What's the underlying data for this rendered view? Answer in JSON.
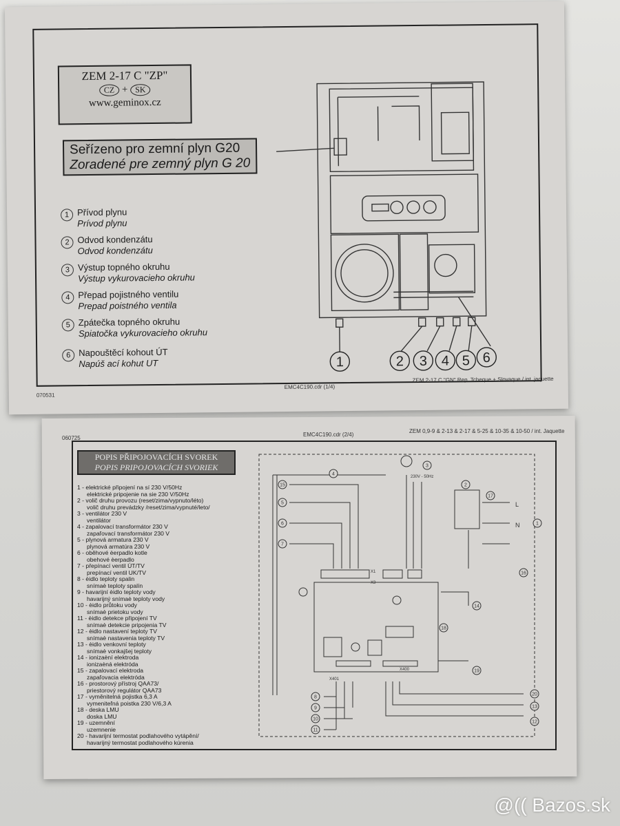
{
  "top_card": {
    "serial": "070531",
    "model_box": {
      "line1": "ZEM 2-17 C \"ZP\"",
      "badge_cz": "CZ",
      "plus": "+",
      "badge_sk": "SK",
      "url": "www.geminox.cz"
    },
    "gas_label": {
      "cz": "Seřízeno pro zemní plyn G20",
      "sk": "Zoradené pre zemný plyn G 20"
    },
    "legend": [
      {
        "num": "1",
        "cz": "Přívod plynu",
        "sk": "Prívod plynu"
      },
      {
        "num": "2",
        "cz": "Odvod kondenzátu",
        "sk": "Odvod kondenzátu"
      },
      {
        "num": "3",
        "cz": "Výstup topného okruhu",
        "sk": "Výstup vykurovacieho okruhu"
      },
      {
        "num": "4",
        "cz": "Přepad pojistného ventilu",
        "sk": "Prepad poistného ventila"
      },
      {
        "num": "5",
        "cz": "Zpátečka topného okruhu",
        "sk": "Spiatočka vykurovacieho okruhu"
      },
      {
        "num": "6",
        "cz": "Napouštěcí kohout ÚT",
        "sk": "Napúš ací kohut UT"
      }
    ],
    "connector_numbers": [
      "1",
      "2",
      "3",
      "4",
      "5",
      "6"
    ],
    "footer_file": "EMC4C190.cdr (1/4)",
    "footer_model": "ZEM 2-17 C \"GN\" Rep. Tcheque + Slovaque / int. jaquette"
  },
  "bottom_card": {
    "serial": "060725",
    "header_file": "EMC4C190.cdr (2/4)",
    "header_models": "ZEM 0,9-9 & 2-13 & 2-17 & 5-25 & 10-35 & 10-50 / int. Jaquette",
    "title_cz": "POPIS PŘIPOJOVACÍCH SVOREK",
    "title_sk": "POPIS PRIPOJOVACÍCH SVORIEK",
    "terminals": [
      "1 - elektrické připojení na sí  230 V/50Hz",
      "elektrické pripojenie na sie  230 V/50Hz",
      "2 - volič druhu provozu (reset/zima/vypnuto/léto)",
      "volič druhu prevádzky /reset/zima/vypnuté/leto/",
      "3 - ventilátor 230 V",
      "ventilátor",
      "4 - zapalovací transformátor 230 V",
      "zapaľovací transformátor 230 V",
      "5 - plynová armatura 230 V",
      "plynová armatúra 230 V",
      "6 - oběhové èerpadlo kotle",
      "obehové èerpadlo",
      "7 - přepínací ventil ÚT/TV",
      "prepínací ventil UK/TV",
      "8 - èidlo teploty spalin",
      "snímaè teploty spalín",
      "9 - havarijní èidlo teploty vody",
      "havarijný snímaè teploty vody",
      "10 - èidlo průtoku vody",
      "snímaè prietoku vody",
      "11 - èidlo detekce připojení TV",
      "snímaè detekcie pripojenia TV",
      "12 - èidlo nastavení teploty TV",
      "snímaè nastavenia teploty TV",
      "13 - èidlo venkovní teploty",
      "snímaè vonkajšej teploty",
      "14 - ionizaèní elektroda",
      "ionizaèná elektróda",
      "15 - zapalovací elektroda",
      "zapaľovacia elektróda",
      "16 - prostorový přístroj QAA73/",
      "priestorový regulátor QAA73",
      "17 - vyměnitelná pojistka 6,3 A",
      "vymeniteľná poistka 230 V/6,3 A",
      "18 - deska LMU",
      "doska LMU",
      "19 - uzemnění",
      "uzemnenie",
      "20 - havarijní termostat podlahového vytápění/",
      "havarijný termostat podlahového kúrenia"
    ],
    "diagram_labels": {
      "supply": "230V - 50Hz",
      "phase": "L",
      "neutral": "N",
      "terminal_x1": "X1",
      "terminal_x3": "X3",
      "terminal_x401": "X401",
      "terminal_x400": "X400",
      "callouts": [
        "1",
        "2",
        "3",
        "4",
        "5",
        "6",
        "7",
        "8",
        "9",
        "10",
        "11",
        "12",
        "13",
        "14",
        "15",
        "16",
        "17",
        "18",
        "19",
        "20"
      ]
    }
  },
  "watermark": "@(( Bazos.sk"
}
